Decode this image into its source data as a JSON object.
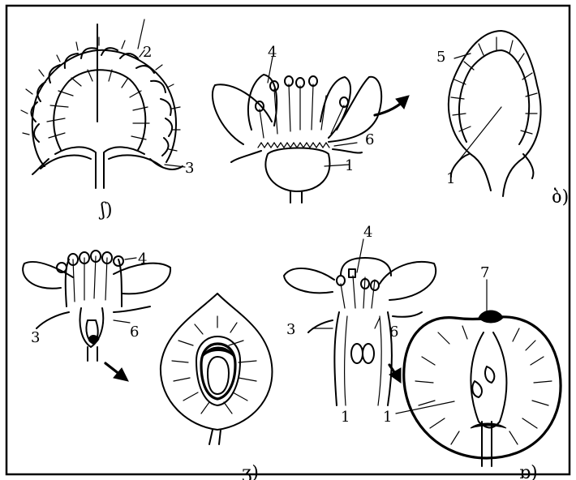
{
  "labels": {
    "n1": "1",
    "n2": "2",
    "n3": "3",
    "n4": "4",
    "n5": "5",
    "n6": "6",
    "n7": "7"
  },
  "panels": {
    "a": "ʃ)",
    "b": "ბ)",
    "c": "ʒ)",
    "d": "ɒ)"
  }
}
